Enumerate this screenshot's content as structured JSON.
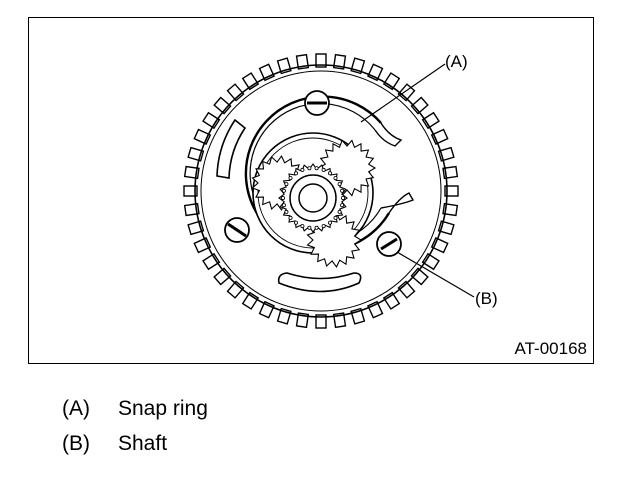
{
  "callouts": [
    {
      "label": "(A)"
    },
    {
      "label": "(B)"
    }
  ],
  "figure_code": "AT-00168",
  "legend": [
    {
      "key": "(A)",
      "text": "Snap ring"
    },
    {
      "key": "(B)",
      "text": "Shaft"
    }
  ]
}
